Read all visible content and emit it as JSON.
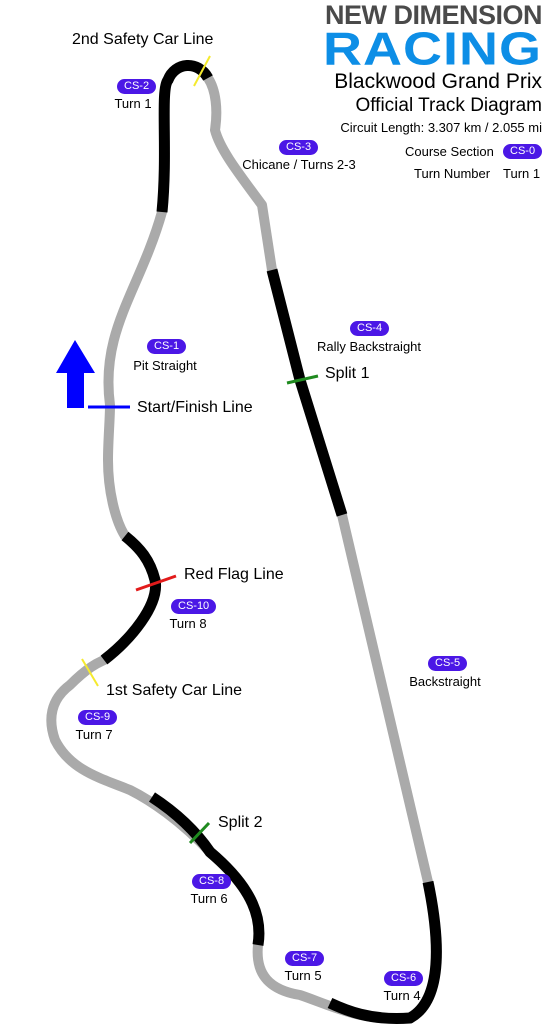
{
  "logo": {
    "top": "NEW DIMENSION",
    "main": "RACING"
  },
  "title": "Blackwood Grand Prix",
  "subtitle": "Official Track Diagram",
  "circuit_length": "Circuit Length: 3.307 km / 2.055 mi",
  "legend": {
    "course_section_label": "Course Section",
    "course_section_badge": "CS-0",
    "turn_number_label": "Turn Number",
    "turn_number_value": "Turn 1"
  },
  "sections": [
    {
      "id": "cs1",
      "badge": "CS-1",
      "label": "Pit Straight"
    },
    {
      "id": "cs2",
      "badge": "CS-2",
      "label": "Turn 1"
    },
    {
      "id": "cs3",
      "badge": "CS-3",
      "label": "Chicane / Turns 2-3"
    },
    {
      "id": "cs4",
      "badge": "CS-4",
      "label": "Rally Backstraight"
    },
    {
      "id": "cs5",
      "badge": "CS-5",
      "label": "Backstraight"
    },
    {
      "id": "cs6",
      "badge": "CS-6",
      "label": "Turn 4"
    },
    {
      "id": "cs7",
      "badge": "CS-7",
      "label": "Turn 5"
    },
    {
      "id": "cs8",
      "badge": "CS-8",
      "label": "Turn 6"
    },
    {
      "id": "cs9",
      "badge": "CS-9",
      "label": "Turn 7"
    },
    {
      "id": "cs10",
      "badge": "CS-10",
      "label": "Turn 8"
    }
  ],
  "markers": {
    "second_safety_car": "2nd Safety Car Line",
    "split1": "Split 1",
    "start_finish": "Start/Finish Line",
    "red_flag": "Red Flag Line",
    "first_safety_car": "1st Safety Car Line",
    "split2": "Split 2"
  },
  "colors": {
    "track_light": "#aaaaaa",
    "track_dark": "#000000",
    "badge": "#4b17e6",
    "logo_blue": "#0d8ee6",
    "arrow": "#0000ff",
    "safety_car": "#f5ea2e",
    "split": "#1f8a1f",
    "red_flag": "#e21b1b"
  }
}
